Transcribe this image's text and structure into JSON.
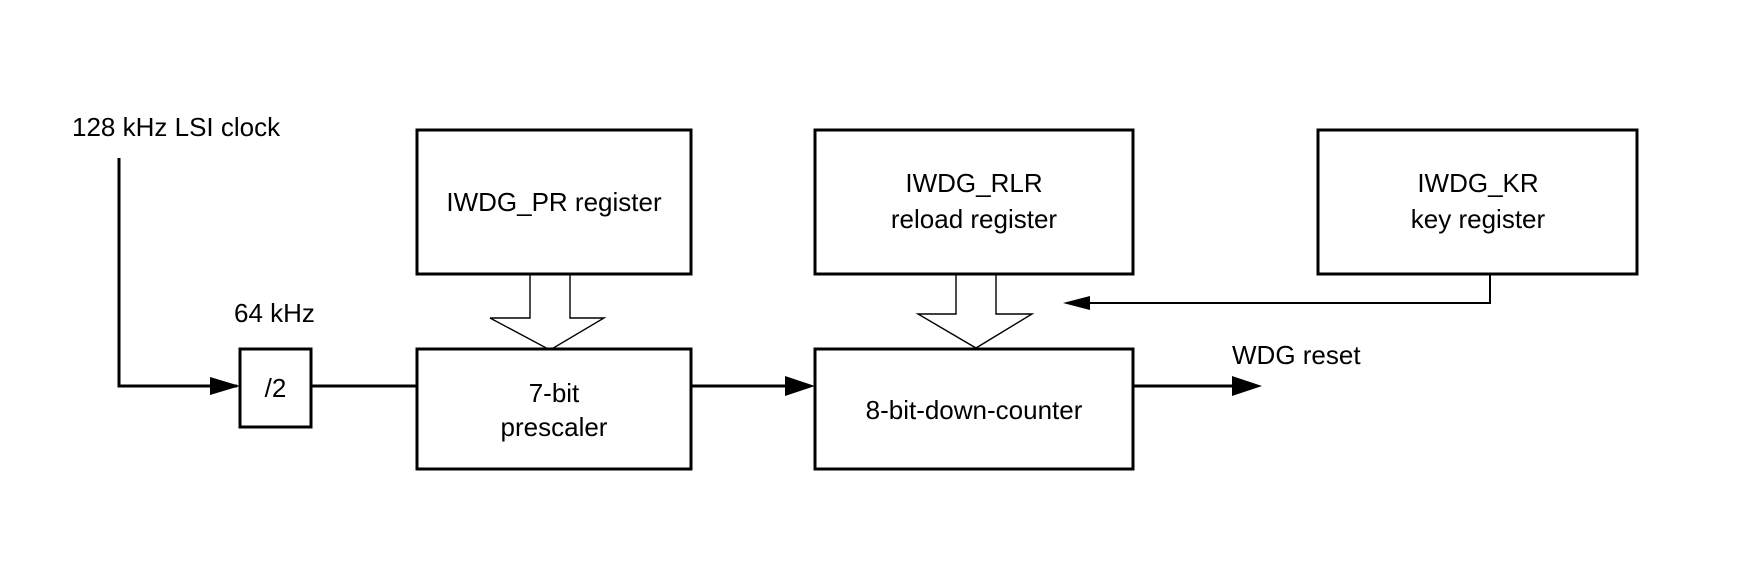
{
  "labels": {
    "lsi_clock": "128 kHz LSI clock",
    "freq_after_div": "64 kHz",
    "wdg_reset": "WDG reset"
  },
  "blocks": {
    "divider": {
      "text": "/2"
    },
    "prescaler": {
      "line1": "7-bit",
      "line2": "prescaler"
    },
    "down_counter": {
      "text": "8-bit-down-counter"
    },
    "pr_register": {
      "text": "IWDG_PR register"
    },
    "rlr_register": {
      "line1": "IWDG_RLR",
      "line2": "reload register"
    },
    "kr_register": {
      "line1": "IWDG_KR",
      "line2": "key register"
    }
  }
}
